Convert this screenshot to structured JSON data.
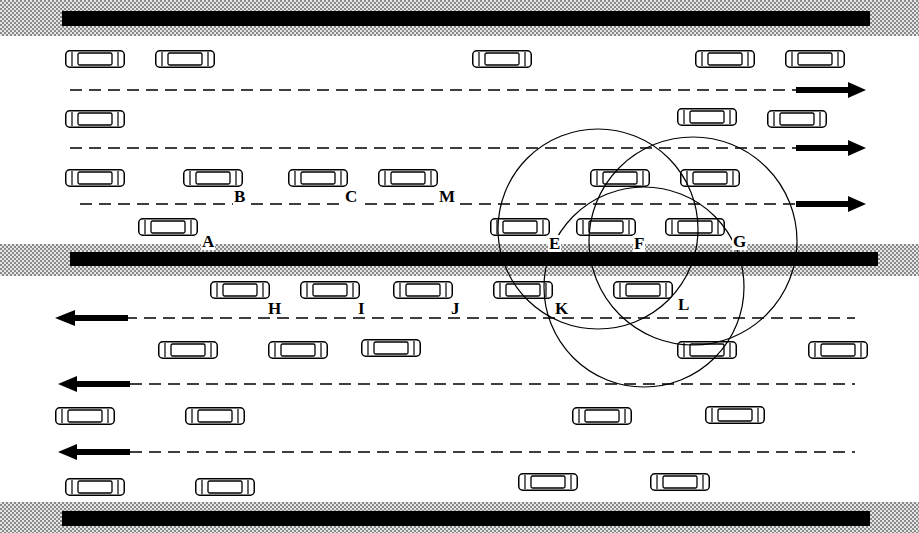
{
  "diagram": {
    "labels": [
      "B",
      "C",
      "M",
      "A",
      "E",
      "F",
      "G",
      "H",
      "I",
      "J",
      "K",
      "L"
    ]
  }
}
